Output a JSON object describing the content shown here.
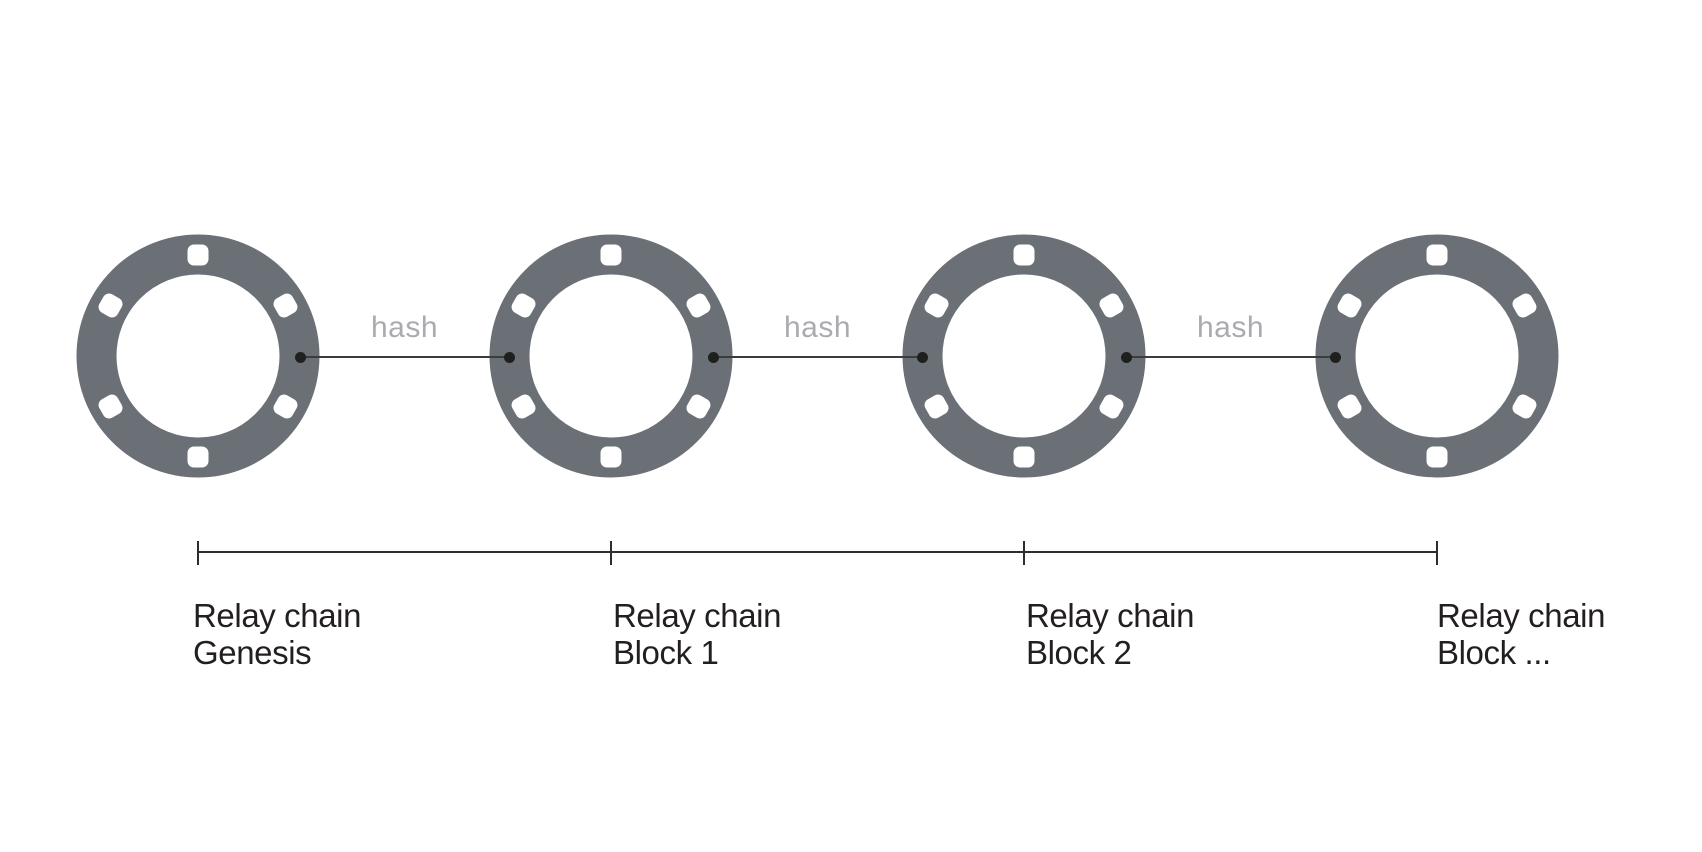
{
  "colors": {
    "canvas-bg": "#ffffff",
    "ring": "#6b7077",
    "hole": "#ffffff",
    "hash-label": "#a9abae",
    "connector-line": "#3c3c3c",
    "connector-dot": "#1f1f1f",
    "timeline": "#2d2d2d",
    "label-text": "#231f20"
  },
  "icons": {
    "ring": "relay-block-ring-icon (gray annulus with six rounded bolt holes)"
  },
  "connectors": [
    {
      "label": "hash"
    },
    {
      "label": "hash"
    },
    {
      "label": "hash"
    }
  ],
  "blocks": [
    {
      "label_line1": "Relay chain",
      "label_line2": "Genesis"
    },
    {
      "label_line1": "Relay chain",
      "label_line2": "Block 1"
    },
    {
      "label_line1": "Relay chain",
      "label_line2": "Block 2"
    },
    {
      "label_line1": "Relay chain",
      "label_line2": "Block ..."
    }
  ]
}
